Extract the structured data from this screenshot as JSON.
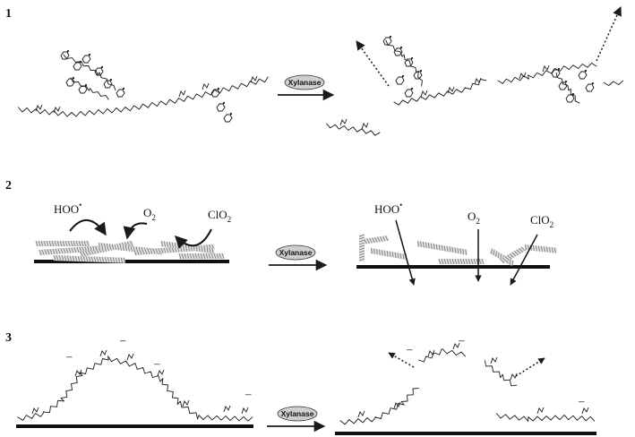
{
  "panels": [
    {
      "number": "1",
      "enzyme_label": "Xylanase"
    },
    {
      "number": "2",
      "enzyme_label": "Xylanase",
      "reagents": {
        "perhydroxyl": "HOO",
        "perhydroxyl_sup": "•",
        "oxygen": "O",
        "oxygen_sub": "2",
        "chlorine_dioxide": "ClO",
        "chlorine_dioxide_sub": "2"
      }
    },
    {
      "number": "3",
      "enzyme_label": "Xylanase",
      "charge_symbol": "–"
    }
  ],
  "colors": {
    "ink": "#1a1a1a",
    "fiber": "#8a8a8a",
    "enzyme_fill": "#cfcfcf"
  }
}
